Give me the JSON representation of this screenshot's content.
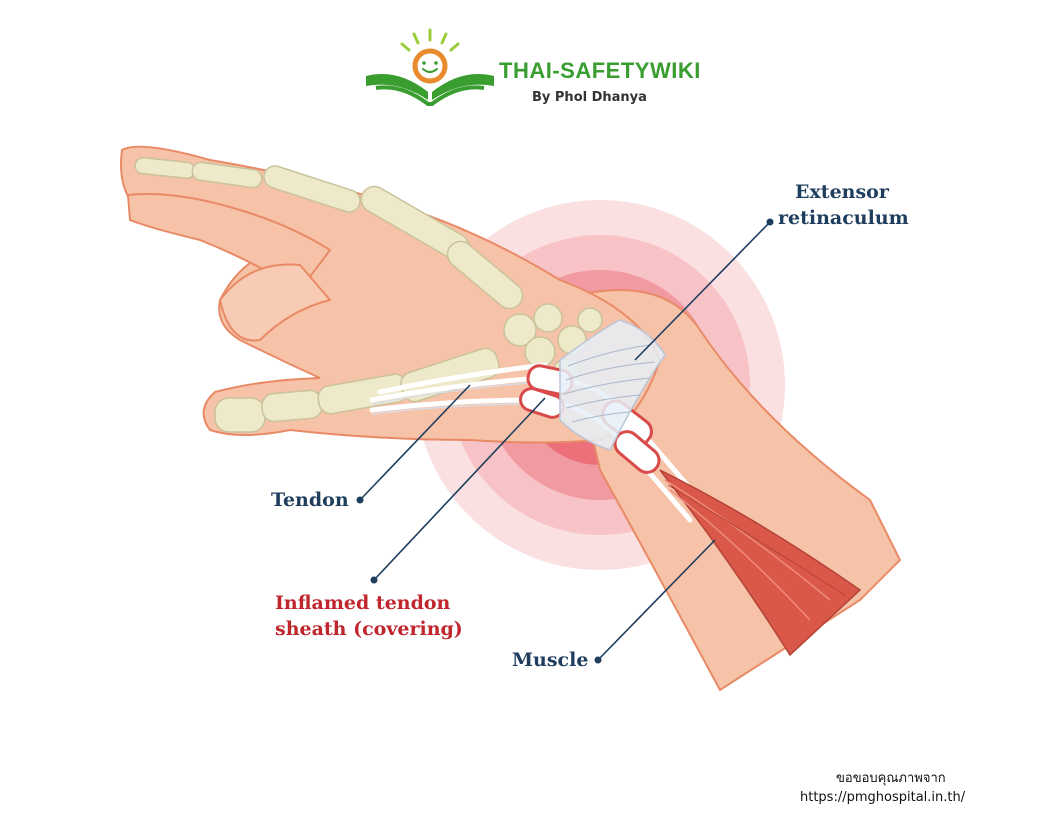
{
  "logo": {
    "title": "THAI-SAFETYWIKI",
    "subtitle": "By Phol Dhanya",
    "colors": {
      "brand_green": "#3a9d2f",
      "brand_orange": "#e98a2c"
    }
  },
  "labels": {
    "extensor_line1": "Extensor",
    "extensor_line2": "retinaculum",
    "tendon": "Tendon",
    "inflamed_line1": "Inflamed tendon",
    "inflamed_line2": "sheath (covering)",
    "muscle": "Muscle"
  },
  "credit": {
    "line1": "ขอขอบคุณภาพจาก",
    "line2": "https://pmghospital.in.th/"
  },
  "colors": {
    "label_blue": "#1f3e5e",
    "label_red": "#c0262d",
    "skin": "#f6c2a8",
    "skin_outline": "#e98a66",
    "bone": "#eee9c8",
    "inflammation": "#e8404e"
  }
}
